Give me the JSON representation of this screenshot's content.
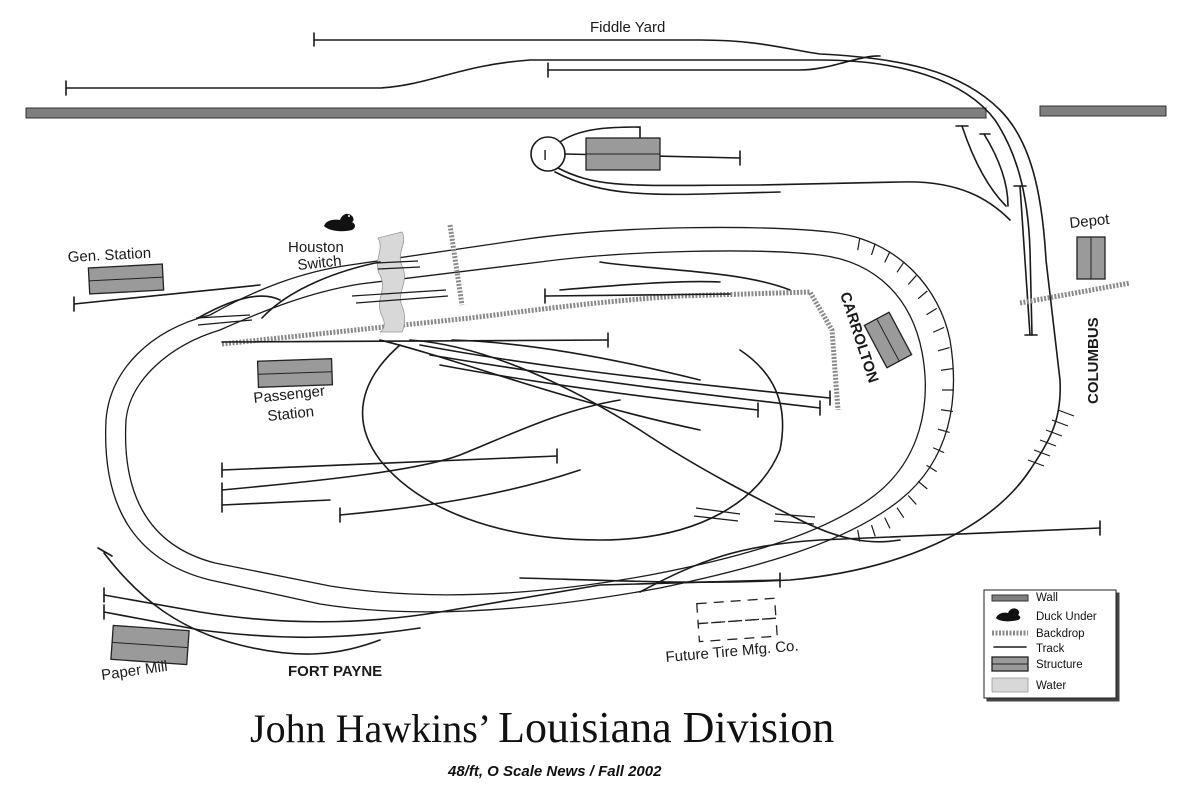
{
  "labels": {
    "fiddle_yard": "Fiddle Yard",
    "gen_station": "Gen. Station",
    "houston_switch_1": "Houston",
    "houston_switch_2": "Switch",
    "depot": "Depot",
    "passenger_station_1": "Passenger",
    "passenger_station_2": "Station",
    "carrolton": "CARROLTON",
    "columbus": "COLUMBUS",
    "paper_mill": "Paper Mill",
    "fort_payne": "FORT PAYNE",
    "future_tire": "Future Tire Mfg. Co.",
    "turntable": "I"
  },
  "legend": {
    "wall": "Wall",
    "duck_under": "Duck Under",
    "backdrop": "Backdrop",
    "track": "Track",
    "structure": "Structure",
    "water": "Water"
  },
  "title": {
    "main_prefix": "John Hawkins’ ",
    "main_name": "Louisiana Division",
    "subtitle": "48/ft, O Scale News / Fall 2002"
  },
  "colors": {
    "wall": "#7f7f7f",
    "backdrop": "#8a8a8a",
    "structure": "#9a9a9a",
    "track": "#1a1a1a"
  }
}
